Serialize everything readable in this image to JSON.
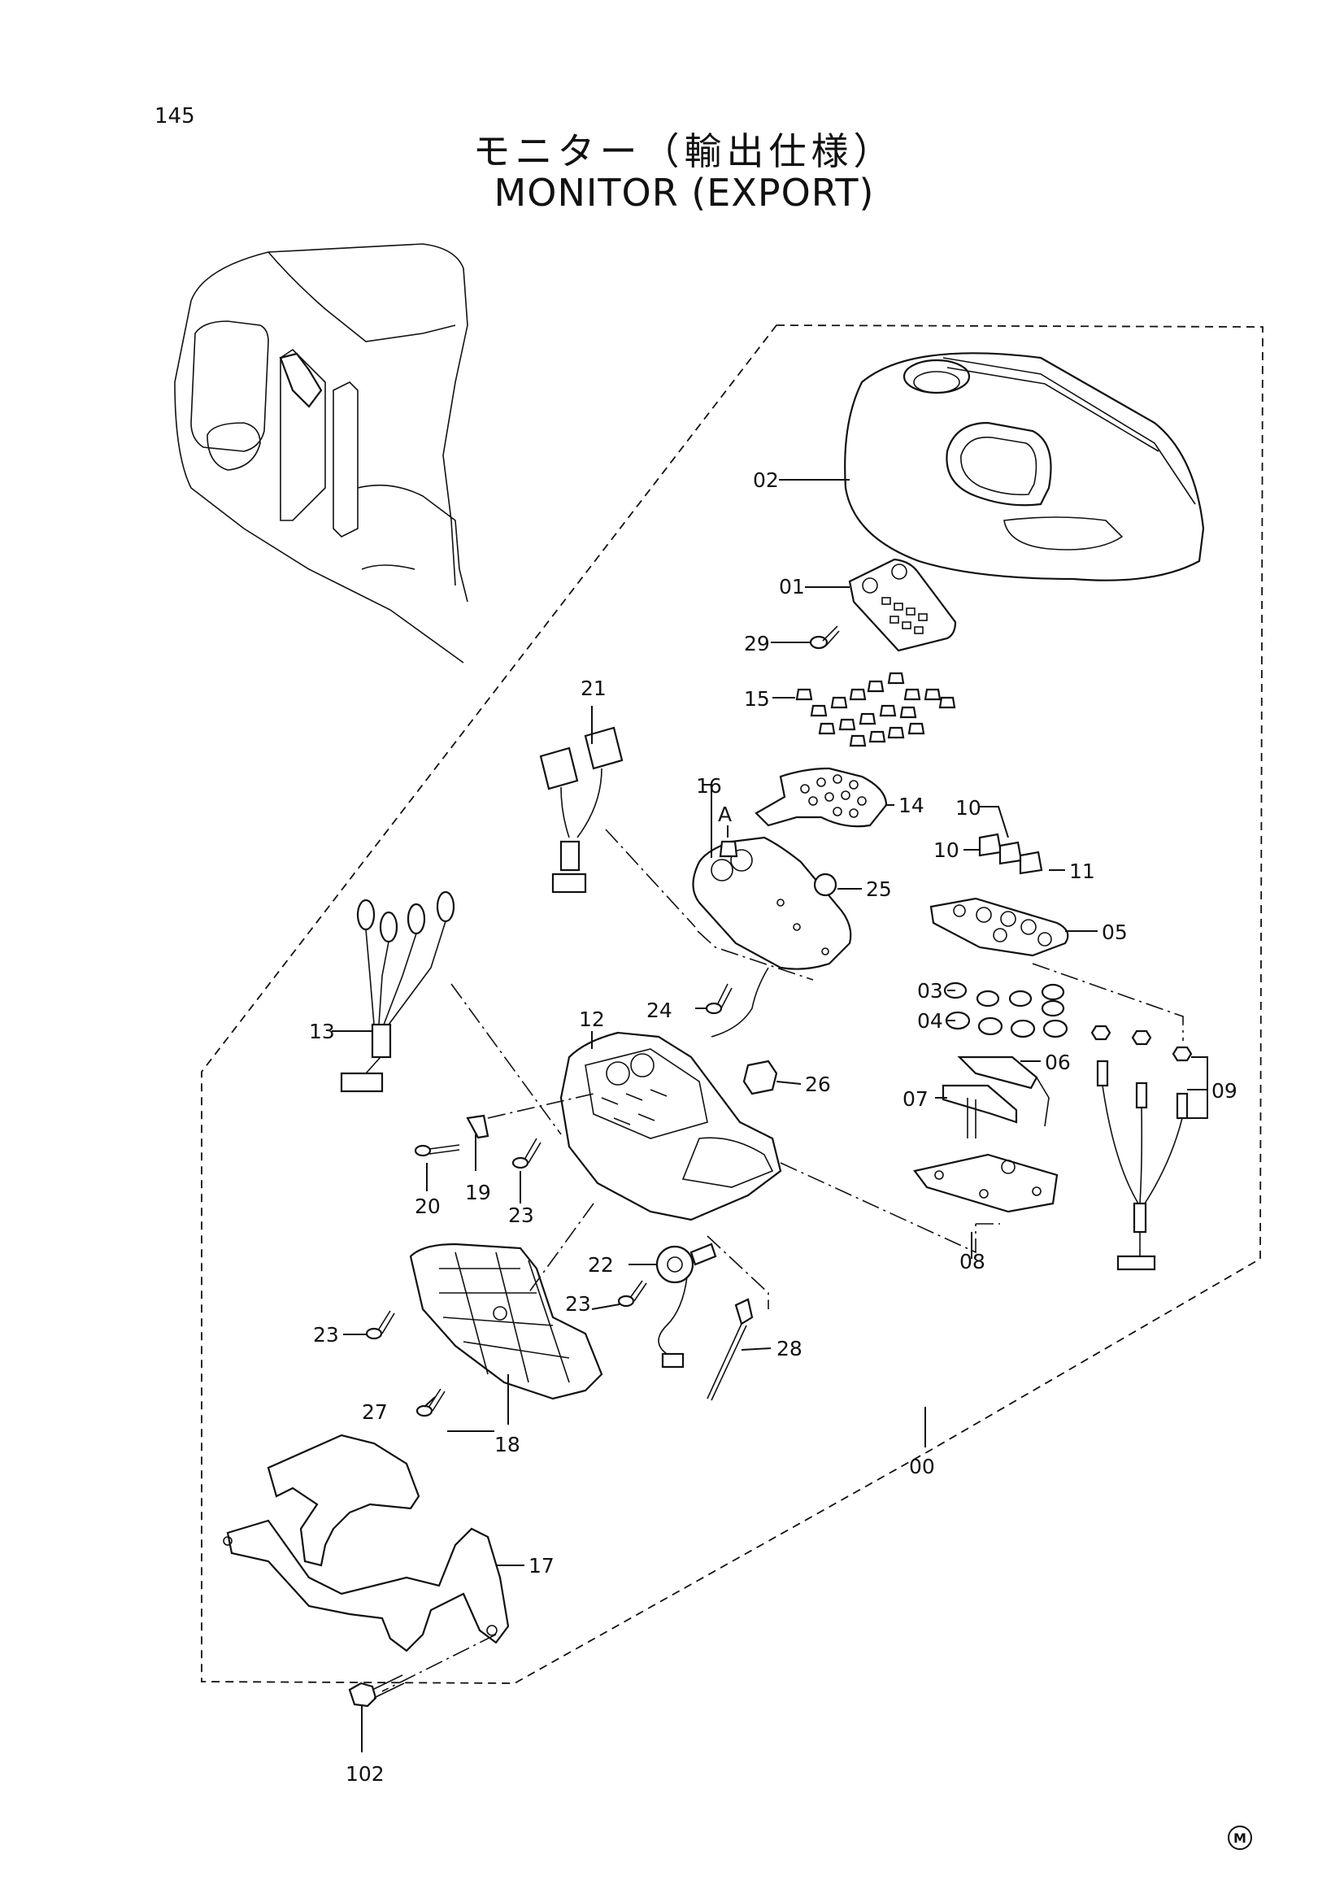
{
  "page": {
    "number": "145",
    "title_jp": "モニター（輸出仕様）",
    "title_en": "MONITOR (EXPORT)",
    "mark": "M"
  },
  "labels": {
    "p00": "00",
    "p01": "01",
    "p02": "02",
    "p03": "03",
    "p04": "04",
    "p05": "05",
    "p06": "06",
    "p07": "07",
    "p08": "08",
    "p09": "09",
    "p10a": "10",
    "p10b": "10",
    "p11": "11",
    "p12": "12",
    "p13": "13",
    "p14": "14",
    "p15": "15",
    "p16": "16",
    "p17": "17",
    "p18": "18",
    "p19": "19",
    "p20": "20",
    "p21": "21",
    "p22": "22",
    "p23a": "23",
    "p23b": "23",
    "p23c": "23",
    "p24": "24",
    "p25": "25",
    "p26": "26",
    "p27": "27",
    "p28": "28",
    "p29": "29",
    "p102": "102",
    "pA": "A"
  }
}
